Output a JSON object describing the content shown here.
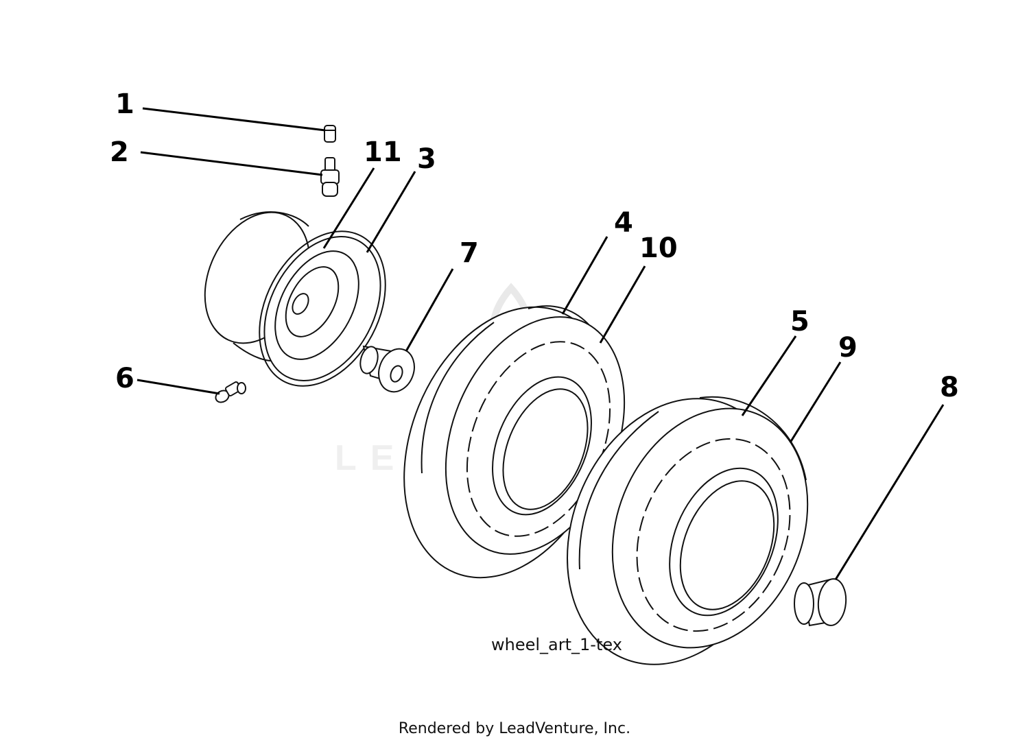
{
  "callouts": {
    "c1": "1",
    "c2": "2",
    "c3": "3",
    "c4": "4",
    "c5": "5",
    "c6": "6",
    "c7": "7",
    "c8": "8",
    "c9": "9",
    "c10": "10",
    "c11": "11"
  },
  "art_label": "wheel_art_1-tex",
  "watermark": "LEADVENTURE",
  "footer": "Rendered by LeadVenture, Inc."
}
